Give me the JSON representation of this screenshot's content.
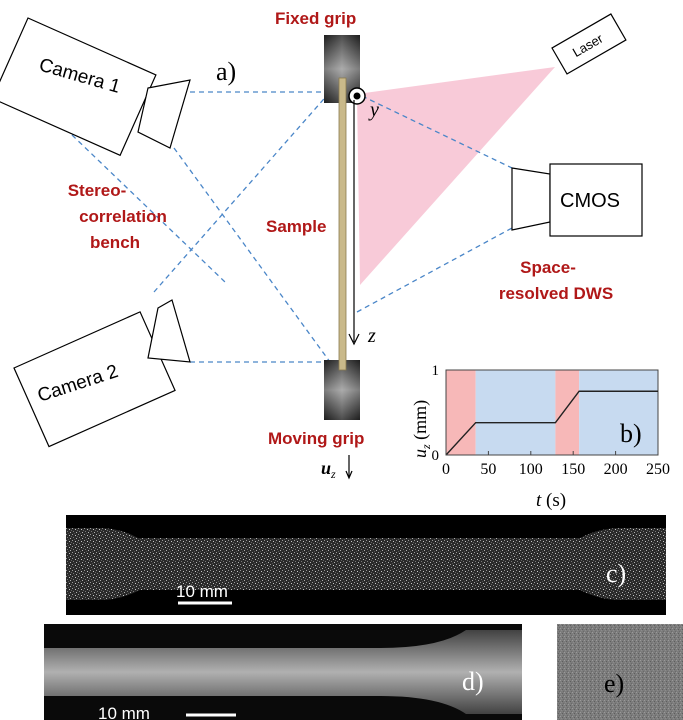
{
  "labels": {
    "fixed_grip": "Fixed grip",
    "moving_grip": "Moving grip",
    "laser": "Laser",
    "camera1": "Camera 1",
    "camera2": "Camera 2",
    "cmos": "CMOS",
    "stereo1": "Stereo-",
    "stereo2": "correlation",
    "stereo3": "bench",
    "sample": "Sample",
    "dws1": "Space-",
    "dws2": "resolved DWS",
    "axis_y": "y",
    "axis_z": "z",
    "uz_main": "u",
    "uz_sub": "z",
    "panel_a": "a)",
    "panel_b": "b)",
    "panel_c": "c)",
    "panel_d": "d)",
    "panel_e": "e)",
    "scale_c": "10 mm",
    "scale_d": "10 mm"
  },
  "colors": {
    "accent_red": "#b01818",
    "dash_blue": "#4a86c8",
    "laser_pink": "#f7c4d4",
    "sample_tan": "#c9b98a",
    "phase_red": "#f7b8b8",
    "phase_blue": "#c7daf0"
  },
  "chart_data": {
    "type": "line",
    "xlabel_main": "t",
    "xlabel_unit": " (s)",
    "ylabel_main": "u",
    "ylabel_sub": "z",
    "ylabel_unit": " (mm)",
    "xlim": [
      0,
      250
    ],
    "ylim": [
      0,
      1
    ],
    "x_ticks": [
      0,
      50,
      100,
      150,
      200,
      250
    ],
    "y_ticks": [
      0,
      1
    ],
    "y_tick_labels": {
      "0": "0",
      "1": "1"
    },
    "bands": [
      {
        "from": 0,
        "to": 35,
        "color": "red"
      },
      {
        "from": 35,
        "to": 129,
        "color": "blue"
      },
      {
        "from": 129,
        "to": 157,
        "color": "red"
      },
      {
        "from": 157,
        "to": 250,
        "color": "blue"
      }
    ],
    "series": [
      {
        "x": [
          0,
          35,
          129,
          157,
          250
        ],
        "y": [
          0,
          0.38,
          0.38,
          0.75,
          0.75
        ]
      }
    ]
  }
}
